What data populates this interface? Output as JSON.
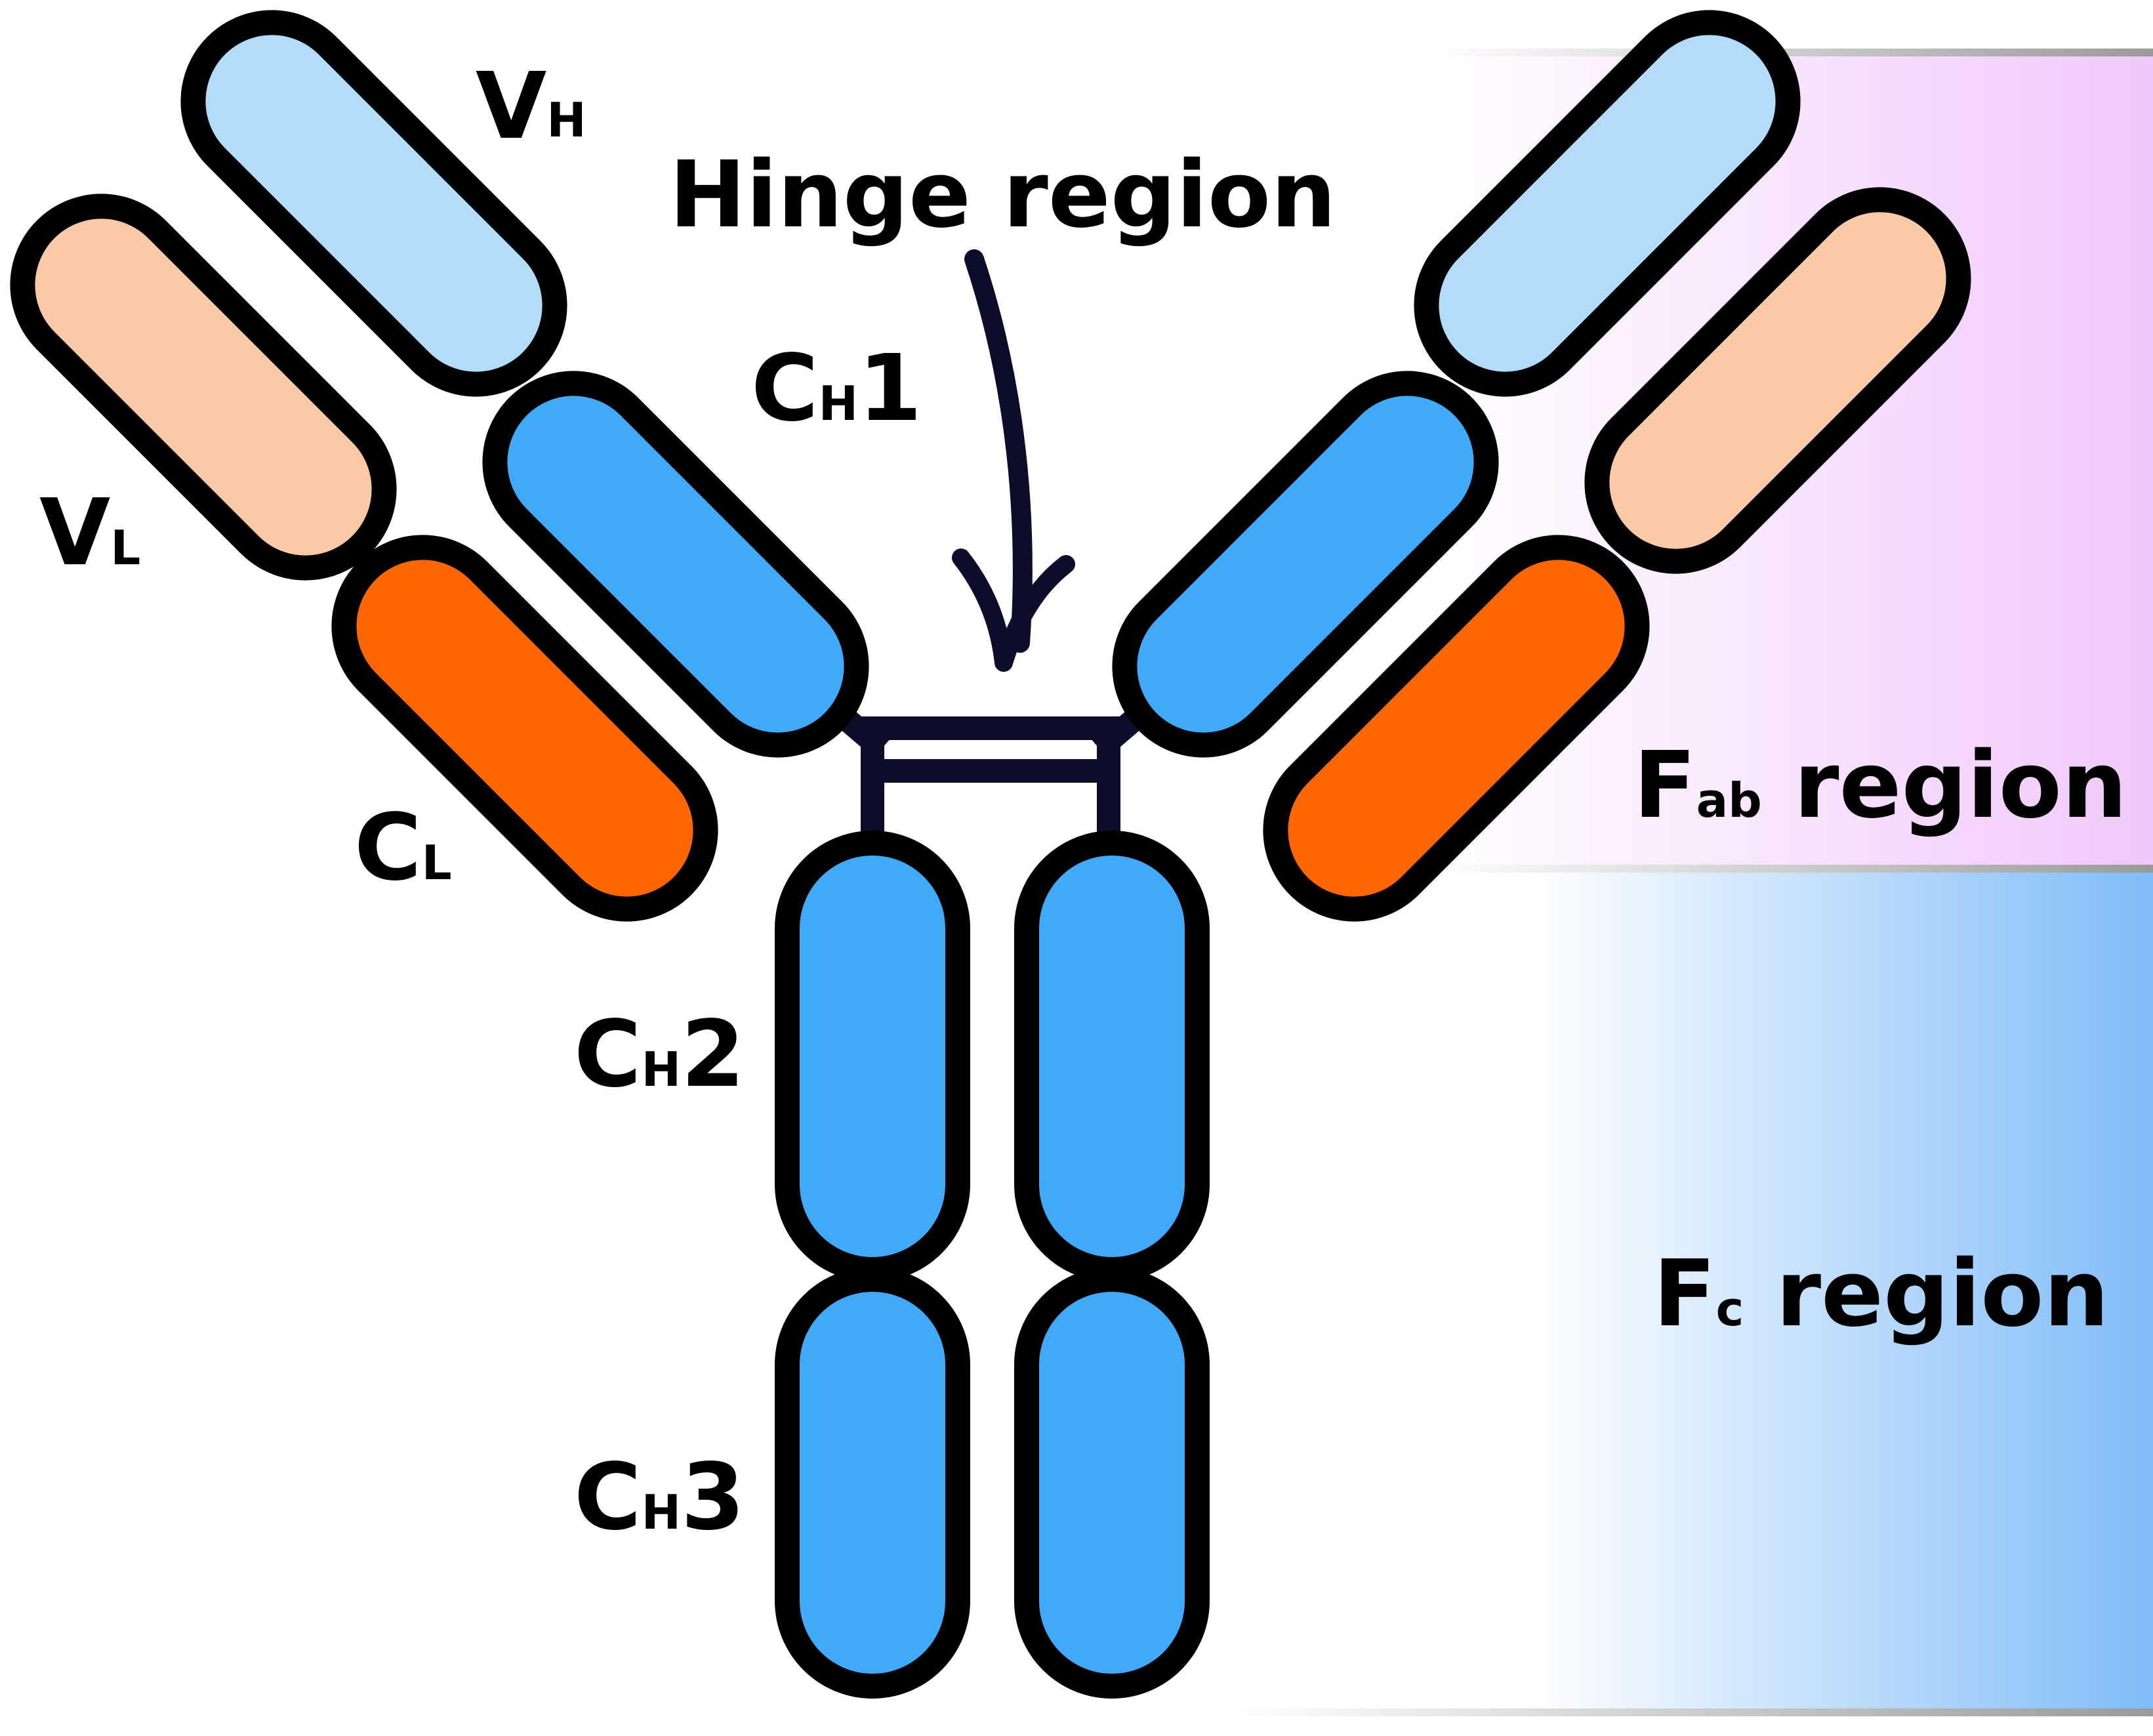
{
  "labels": {
    "vh_main": "V",
    "vh_sub": "H",
    "vl_main": "V",
    "vl_sub": "L",
    "cl_main": "C",
    "cl_sub": "L",
    "ch1_main": "C",
    "ch1_sub": "H",
    "ch1_num": "1",
    "ch2_main": "C",
    "ch2_sub": "H",
    "ch2_num": "2",
    "ch3_main": "C",
    "ch3_sub": "H",
    "ch3_num": "3",
    "hinge": "Hinge region",
    "fab_main": "F",
    "fab_sub": "ab",
    "fab_rest": " region",
    "fc_main": "F",
    "fc_sub": "c",
    "fc_rest": " region"
  },
  "colors": {
    "variable_heavy": "#b3dcfa",
    "variable_light": "#fbc9a6",
    "constant_heavy": "#41a9fa",
    "constant_light": "#ff6600",
    "outline": "#000000",
    "linker": "#0d0d2b",
    "fab_band": "#f0c8fb",
    "fc_band": "#7fbcf8"
  }
}
